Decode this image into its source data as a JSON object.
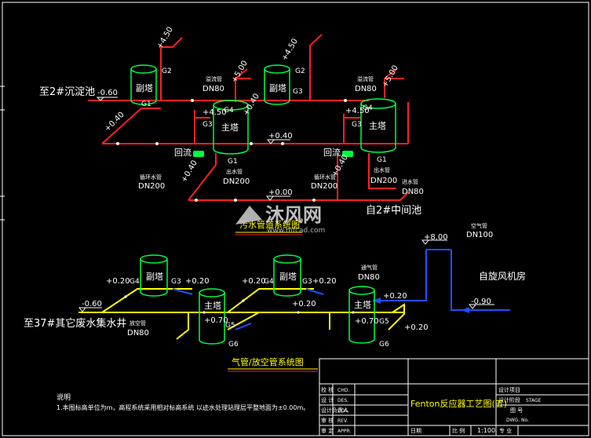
{
  "colors": {
    "background": "#000000",
    "frame": "#ffffff",
    "sludge_pipe": "#ff2020",
    "air_pipe": "#ffff00",
    "blower_pipe": "#2050ff",
    "tank": "#00ff40",
    "label": "#ffffff",
    "heading": "#ffff00"
  },
  "upper": {
    "to_sedimentation": "至2#沉淀池",
    "to_intermediate": "自2#中间池",
    "elevations": {
      "e450_a": "+4.50",
      "e450_b": "+4.50",
      "e450_c": "+4.50",
      "e450_d": "+4.50",
      "e500_a": "+5.00",
      "e500_b": "+5.00",
      "m060": "-0.60",
      "e040_a": "+0.40",
      "e040_b": "+0.40",
      "e040_c": "+0.40",
      "e040_d": "+0.40",
      "e040_e": "+0.40",
      "e000": "+0.00"
    },
    "tanks": {
      "aux1": "副塔",
      "aux2": "副塔",
      "main1": "主塔",
      "main2": "主塔"
    },
    "tags": {
      "g1_a": "G1",
      "g2_a": "G2",
      "g2_b": "G2",
      "g3_b": "G3",
      "g4_c": "G4",
      "g3_c": "G3",
      "g1_c": "G1",
      "g4_d": "G4",
      "g3_d": "G3",
      "g1_d": "G1"
    },
    "pipes": {
      "overflow_1": "溢流管",
      "dn80_1": "DN80",
      "overflow_2": "溢流管",
      "dn80_2": "DN80",
      "circ_1": "循环水管",
      "dn200_1": "DN200",
      "outlet_1": "出水管",
      "dn200_2": "DN200",
      "circ_2": "循环水管",
      "dn200_3": "DN200",
      "outlet_2": "出水管",
      "dn200_4": "DN200",
      "inlet": "进水管",
      "dn80_3": "DN80"
    },
    "reflux_1": "回流",
    "reflux_2": "回流",
    "title": "污水管道系统图"
  },
  "lower": {
    "to_wells": "至37#其它废水集水井",
    "room": "自旋风机房",
    "elevations": {
      "e020_a": "+0.20",
      "e020_b": "+0.20",
      "e020_c": "+0.20",
      "e020_d": "+0.20",
      "e020_e": "+0.20",
      "e020_f": "+0.20",
      "e020_g": "+0.20",
      "e070_a": "+0.70",
      "e070_b": "+0.70",
      "m060": "-0.60",
      "e800": "+8.00",
      "m090": "-0.90"
    },
    "tanks": {
      "aux1": "副塔",
      "aux2": "副塔",
      "main1": "主塔",
      "main2": "主塔"
    },
    "tags": {
      "g4_a": "G4",
      "g3_a": "G3",
      "g4_b": "G4",
      "g3_b": "G3",
      "g5_a": "G5",
      "g6_a": "G6",
      "g5_b": "G5",
      "g6_b": "G6"
    },
    "pipes": {
      "vent": "通气管",
      "dn80_a": "DN80",
      "air": "空气管",
      "dn100": "DN100",
      "drain": "放空管",
      "dn80_b": "DN80"
    },
    "title": "气管/放空管系统图"
  },
  "notes": {
    "heading": "说明",
    "line1": "1.本图标高单位为m，高程系统采用相对标高系统 以迹水处理站理层平整地面为±0.00m。"
  },
  "title_block": {
    "project_title": "Fenton反应器工艺图(五)",
    "r1": "校 核",
    "r1_en": "CHD.",
    "r2": "设 计",
    "r2_en": "DES.",
    "r3": "设计负责人",
    "r3_en": "DDS.",
    "r4": "审 核",
    "r4_en": "REV.",
    "r5": "审 定",
    "r5_en": "APPR.",
    "design_stage": "设计阶段",
    "design_stage_en": "STAGE",
    "drawing_no": "图 号",
    "drawing_no_en": "DWG. No.",
    "project_item": "设计项目",
    "date_label": "日期",
    "scale_label": "比 例",
    "scale_value": "1:100",
    "sheet_label": "专 业"
  },
  "watermark": {
    "brand": "沐风网",
    "url": "www.mfcad.com"
  }
}
